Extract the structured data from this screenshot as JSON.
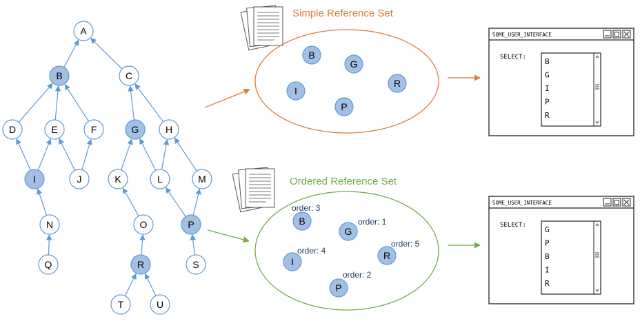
{
  "colors": {
    "edge": "#5b9bd5",
    "node_fill_highlight": "#a4bfe4",
    "node_stroke": "#5b9bd5",
    "simple_accent": "#e07b39",
    "ordered_accent": "#70ad47",
    "order_label": "#1f3864"
  },
  "tree": {
    "nodes": [
      {
        "id": "A",
        "label": "A",
        "highlighted": false
      },
      {
        "id": "B",
        "label": "B",
        "highlighted": true
      },
      {
        "id": "C",
        "label": "C",
        "highlighted": false
      },
      {
        "id": "D",
        "label": "D",
        "highlighted": false
      },
      {
        "id": "E",
        "label": "E",
        "highlighted": false
      },
      {
        "id": "F",
        "label": "F",
        "highlighted": false
      },
      {
        "id": "G",
        "label": "G",
        "highlighted": true
      },
      {
        "id": "H",
        "label": "H",
        "highlighted": false
      },
      {
        "id": "I",
        "label": "I",
        "highlighted": true
      },
      {
        "id": "J",
        "label": "J",
        "highlighted": false
      },
      {
        "id": "K",
        "label": "K",
        "highlighted": false
      },
      {
        "id": "L",
        "label": "L",
        "highlighted": false
      },
      {
        "id": "M",
        "label": "M",
        "highlighted": false
      },
      {
        "id": "N",
        "label": "N",
        "highlighted": false
      },
      {
        "id": "O",
        "label": "O",
        "highlighted": false
      },
      {
        "id": "P",
        "label": "P",
        "highlighted": true
      },
      {
        "id": "Q",
        "label": "Q",
        "highlighted": false
      },
      {
        "id": "R",
        "label": "R",
        "highlighted": true
      },
      {
        "id": "S",
        "label": "S",
        "highlighted": false
      },
      {
        "id": "T",
        "label": "T",
        "highlighted": false
      },
      {
        "id": "U",
        "label": "U",
        "highlighted": false
      }
    ],
    "edges": [
      [
        "B",
        "A"
      ],
      [
        "C",
        "A"
      ],
      [
        "D",
        "B"
      ],
      [
        "E",
        "B"
      ],
      [
        "F",
        "B"
      ],
      [
        "G",
        "C"
      ],
      [
        "H",
        "C"
      ],
      [
        "I",
        "D"
      ],
      [
        "I",
        "E"
      ],
      [
        "J",
        "E"
      ],
      [
        "J",
        "F"
      ],
      [
        "K",
        "G"
      ],
      [
        "L",
        "G"
      ],
      [
        "L",
        "H"
      ],
      [
        "M",
        "H"
      ],
      [
        "N",
        "I"
      ],
      [
        "Q",
        "N"
      ],
      [
        "O",
        "K"
      ],
      [
        "P",
        "L"
      ],
      [
        "P",
        "M"
      ],
      [
        "R",
        "O"
      ],
      [
        "S",
        "P"
      ],
      [
        "T",
        "R"
      ],
      [
        "U",
        "R"
      ]
    ]
  },
  "simple_set": {
    "title": "Simple Reference Set",
    "items": [
      {
        "label": "B"
      },
      {
        "label": "G"
      },
      {
        "label": "R"
      },
      {
        "label": "I"
      },
      {
        "label": "P"
      }
    ]
  },
  "ordered_set": {
    "title": "Ordered Reference Set",
    "items": [
      {
        "label": "B",
        "order": "order: 3"
      },
      {
        "label": "G",
        "order": "order: 1"
      },
      {
        "label": "I",
        "order": "order: 4"
      },
      {
        "label": "R",
        "order": "order: 5"
      },
      {
        "label": "P",
        "order": "order: 2"
      }
    ]
  },
  "windows": [
    {
      "title": "SOME_USER_INTERFACE",
      "select_label": "SELECT:",
      "list": [
        "B",
        "G",
        "I",
        "P",
        "R"
      ]
    },
    {
      "title": "SOME_USER_INTERFACE",
      "select_label": "SELECT:",
      "list": [
        "G",
        "P",
        "B",
        "I",
        "R"
      ]
    }
  ]
}
